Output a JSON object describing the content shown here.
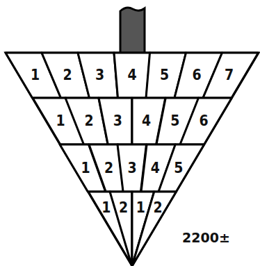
{
  "diagram": {
    "nodes": [
      {
        "text": [
          "1"
        ]
      },
      {
        "text": [
          "2"
        ]
      },
      {
        "text": [
          "3"
        ]
      },
      {
        "text": [
          "4"
        ]
      },
      {
        "text": [
          "5"
        ]
      },
      {
        "text": [
          "6"
        ]
      },
      {
        "text": [
          "7"
        ]
      },
      {
        "text": [
          "1"
        ]
      },
      {
        "text": [
          "2"
        ]
      },
      {
        "text": [
          "3"
        ]
      },
      {
        "text": [
          "4"
        ]
      },
      {
        "text": [
          "5"
        ]
      },
      {
        "text": [
          "6"
        ]
      },
      {
        "text": [
          "1"
        ]
      },
      {
        "text": [
          "2"
        ]
      },
      {
        "text": [
          "3"
        ]
      },
      {
        "text": [
          "4"
        ]
      },
      {
        "text": [
          "5"
        ]
      },
      {
        "text": [
          "1"
        ]
      },
      {
        "text": [
          "2"
        ]
      },
      {
        "text": [
          "1"
        ]
      },
      {
        "text": [
          "2"
        ]
      }
    ],
    "labels": [
      "2200±"
    ]
  }
}
